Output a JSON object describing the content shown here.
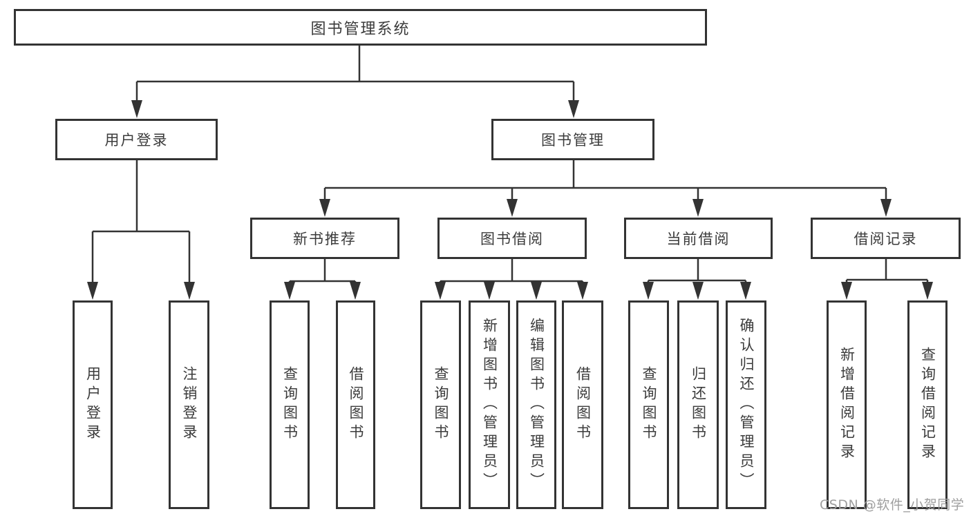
{
  "tree": {
    "root": {
      "label": "图书管理系统"
    },
    "level2": [
      {
        "label": "用户登录",
        "children": [
          {
            "label": "用户登录"
          },
          {
            "label": "注销登录"
          }
        ]
      },
      {
        "label": "图书管理",
        "children": [
          {
            "label": "新书推荐",
            "children": [
              {
                "label": "查询图书"
              },
              {
                "label": "借阅图书"
              }
            ]
          },
          {
            "label": "图书借阅",
            "children": [
              {
                "label": "查询图书"
              },
              {
                "label": "新增图书（管理员）"
              },
              {
                "label": "编辑图书（管理员）"
              },
              {
                "label": "借阅图书"
              }
            ]
          },
          {
            "label": "当前借阅",
            "children": [
              {
                "label": "查询图书"
              },
              {
                "label": "归还图书"
              },
              {
                "label": "确认归还（管理员）"
              }
            ]
          },
          {
            "label": "借阅记录",
            "children": [
              {
                "label": "新增借阅记录"
              },
              {
                "label": "查询借阅记录"
              }
            ]
          }
        ]
      }
    ]
  },
  "watermark": {
    "text": "CSDN @软件_小贺同学"
  },
  "colors": {
    "line": "#333333",
    "box_border": "#333333",
    "box_fill": "#ffffff",
    "text": "#3b3b3b",
    "watermark": "#9f9f9f"
  }
}
